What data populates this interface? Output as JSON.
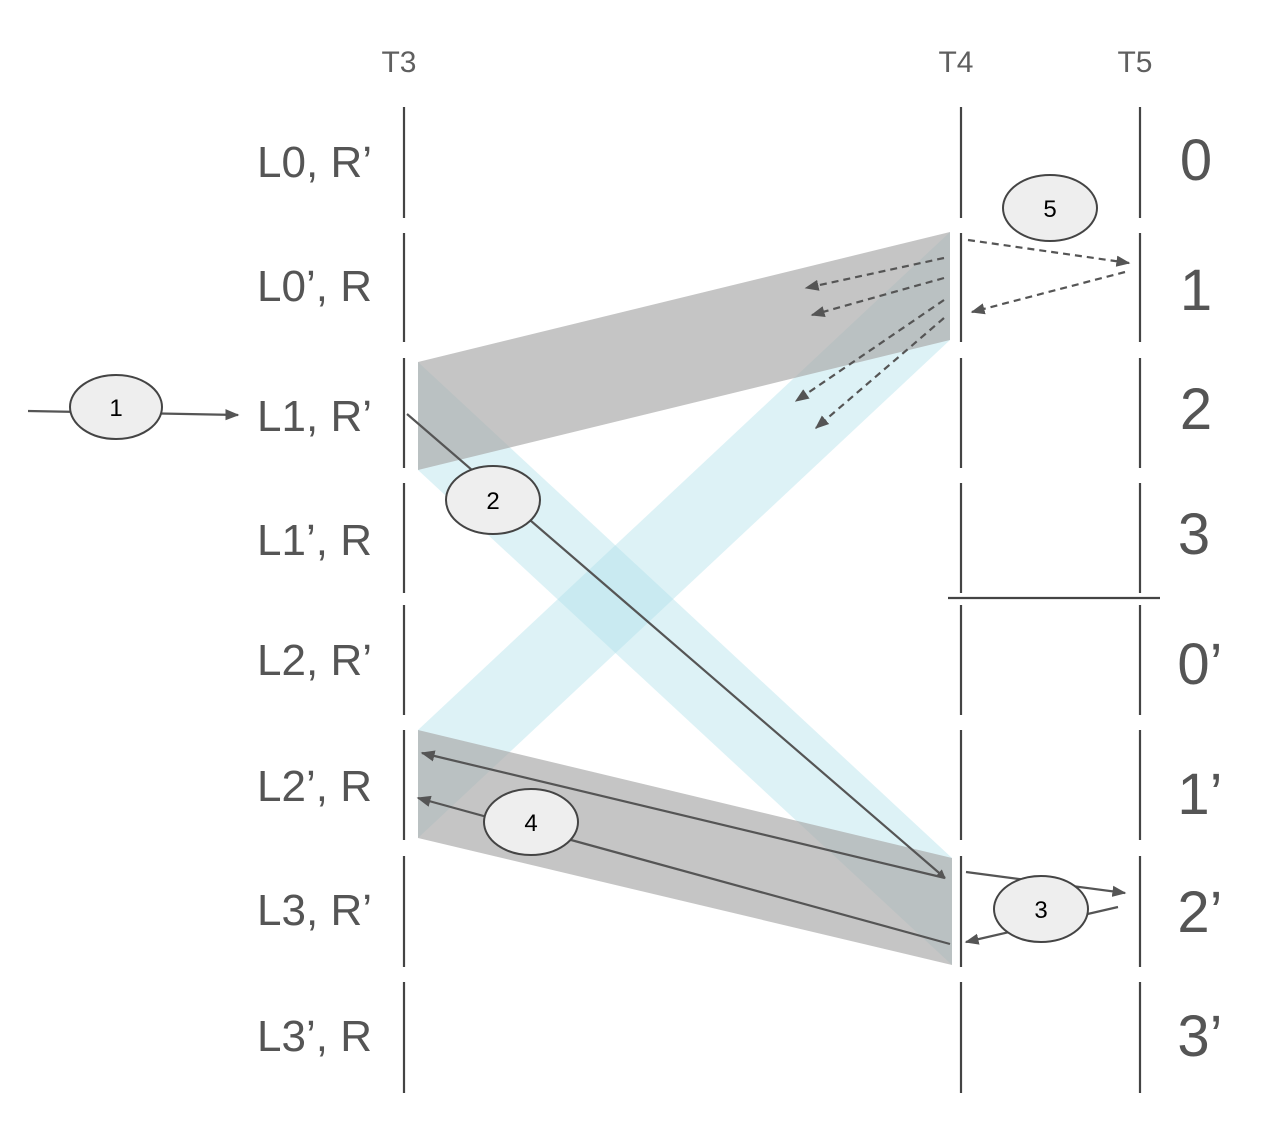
{
  "columns": [
    "T3",
    "T4",
    "T5"
  ],
  "rows": [
    "L0, R’",
    "L0’, R",
    "L1, R’",
    "L1’, R",
    "L2, R’",
    "L2’, R",
    "L3, R’",
    "L3’, R"
  ],
  "indices": [
    "0",
    "1",
    "2",
    "3",
    "0’",
    "1’",
    "2’",
    "3’"
  ],
  "steps": [
    "1",
    "2",
    "3",
    "4",
    "5"
  ],
  "colors": {
    "grey_band": "#a9a9a9",
    "blue_band": "#aee0ea",
    "line": "#444444",
    "text": "#555555",
    "badge_fill": "#eeeeee"
  }
}
